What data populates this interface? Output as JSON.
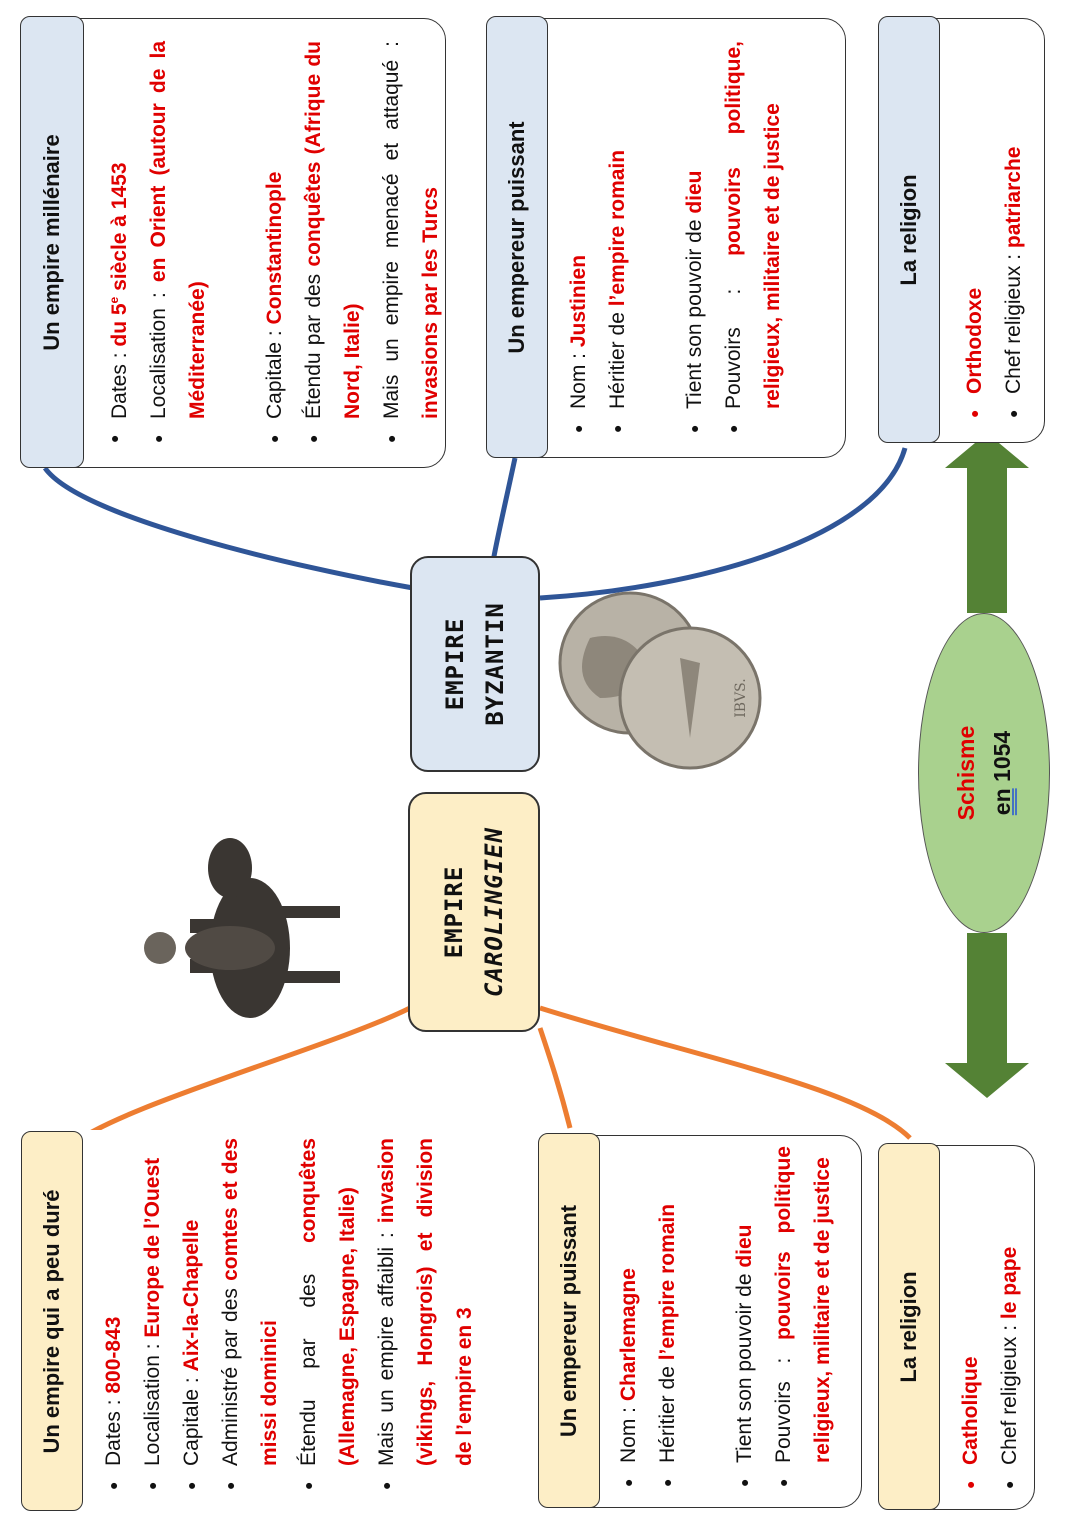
{
  "colors": {
    "byzantin_fill": "#dce6f2",
    "carolingien_fill": "#fdeec6",
    "byzantin_line": "#2f5597",
    "carolingien_line": "#ed7d31",
    "highlight_red": "#e00000",
    "schisme_fill": "#a9d18e",
    "arrow_green": "#548235"
  },
  "central": {
    "byzantin": {
      "line1": "EMPIRE",
      "line2": "BYZANTIN"
    },
    "carolingien": {
      "line1": "EMPIRE",
      "line2": "CAROLINGIEN"
    }
  },
  "images": {
    "coins": "coins-image",
    "statue": "equestrian-statue-image"
  },
  "schisme": {
    "word": "Schisme",
    "date_prefix": "en",
    "date": "1054"
  },
  "byzantin": {
    "empire": {
      "title": "Un empire millénaire",
      "items": [
        {
          "label": "Dates : ",
          "value": "du 5e siècle à 1453"
        },
        {
          "label": "Localisation : ",
          "value": "en Orient (autour de la Méditerranée)"
        },
        {
          "label": "Capitale : ",
          "value": "Constantinople"
        },
        {
          "label": "Étendu par des ",
          "value": "conquêtes (Afrique du Nord, Italie)"
        },
        {
          "label": "Mais un empire menacé et attaqué : ",
          "value": "invasions par les Turcs"
        }
      ]
    },
    "emperor": {
      "title": "Un empereur puissant",
      "items": [
        {
          "label": "Nom : ",
          "value": "Justinien"
        },
        {
          "label": "Héritier de ",
          "value": "l’empire romain"
        },
        {
          "label": "Tient son pouvoir de ",
          "value": "dieu"
        },
        {
          "label": "Pouvoirs : ",
          "value": "pouvoirs politique, religieux, militaire et de justice"
        }
      ]
    },
    "religion": {
      "title": "La religion",
      "items": [
        {
          "label": "",
          "value": "Orthodoxe"
        },
        {
          "label": "Chef religieux : ",
          "value": "patriarche"
        }
      ]
    }
  },
  "carolingien": {
    "empire": {
      "title": "Un empire qui a peu duré",
      "items": [
        {
          "label": "Dates : ",
          "value": "800-843"
        },
        {
          "label": "Localisation : ",
          "value": "Europe de l’Ouest"
        },
        {
          "label": "Capitale : ",
          "value": "Aix-la-Chapelle"
        },
        {
          "label": "Administré par des ",
          "value": "comtes et des missi dominici"
        },
        {
          "label": "Étendu par des ",
          "value": "conquêtes (Allemagne, Espagne, Italie)"
        },
        {
          "label": "Mais un empire affaibli : ",
          "value": "invasion (vikings, Hongrois) et division de l’empire en 3"
        }
      ]
    },
    "emperor": {
      "title": "Un empereur puissant",
      "items": [
        {
          "label": "Nom : ",
          "value": "Charlemagne"
        },
        {
          "label": "Héritier de ",
          "value": "l’empire romain"
        },
        {
          "label": "Tient son pouvoir de ",
          "value": "dieu"
        },
        {
          "label": "Pouvoirs : ",
          "value": "pouvoirs politique religieux, militaire et de justice"
        }
      ]
    },
    "religion": {
      "title": "La religion",
      "items": [
        {
          "label": "",
          "value": "Catholique"
        },
        {
          "label": "Chef religieux : ",
          "value": "le pape"
        }
      ]
    }
  }
}
